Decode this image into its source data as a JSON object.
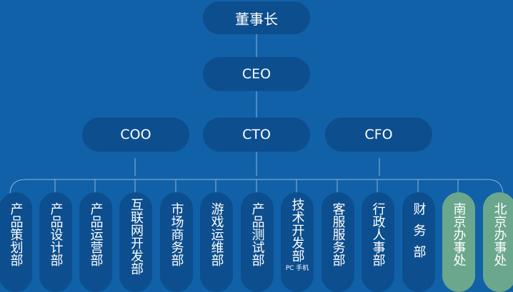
{
  "chairman": {
    "label": "董事长"
  },
  "ceo": {
    "label": "CEO"
  },
  "executives": [
    {
      "label": "COO"
    },
    {
      "label": "CTO"
    },
    {
      "label": "CFO"
    }
  ],
  "departments": [
    {
      "label": "产品策划部"
    },
    {
      "label": "产品设计部"
    },
    {
      "label": "产品运营部"
    },
    {
      "label": "互联网开发部"
    },
    {
      "label": "市场商务部"
    },
    {
      "label": "游戏运维部"
    },
    {
      "label": "产品测试部"
    },
    {
      "label": "技术开发部",
      "note": "PC 手机"
    },
    {
      "label": "客服服务部"
    },
    {
      "label": "行政人事部"
    },
    {
      "label": "财务部"
    },
    {
      "label": "南京办事处"
    },
    {
      "label": "北京办事处"
    }
  ],
  "colors": {
    "background": "#1061a8",
    "box": "#0d4e8e",
    "office_box": "#6aa78d",
    "connector": "#8fb4d6"
  }
}
